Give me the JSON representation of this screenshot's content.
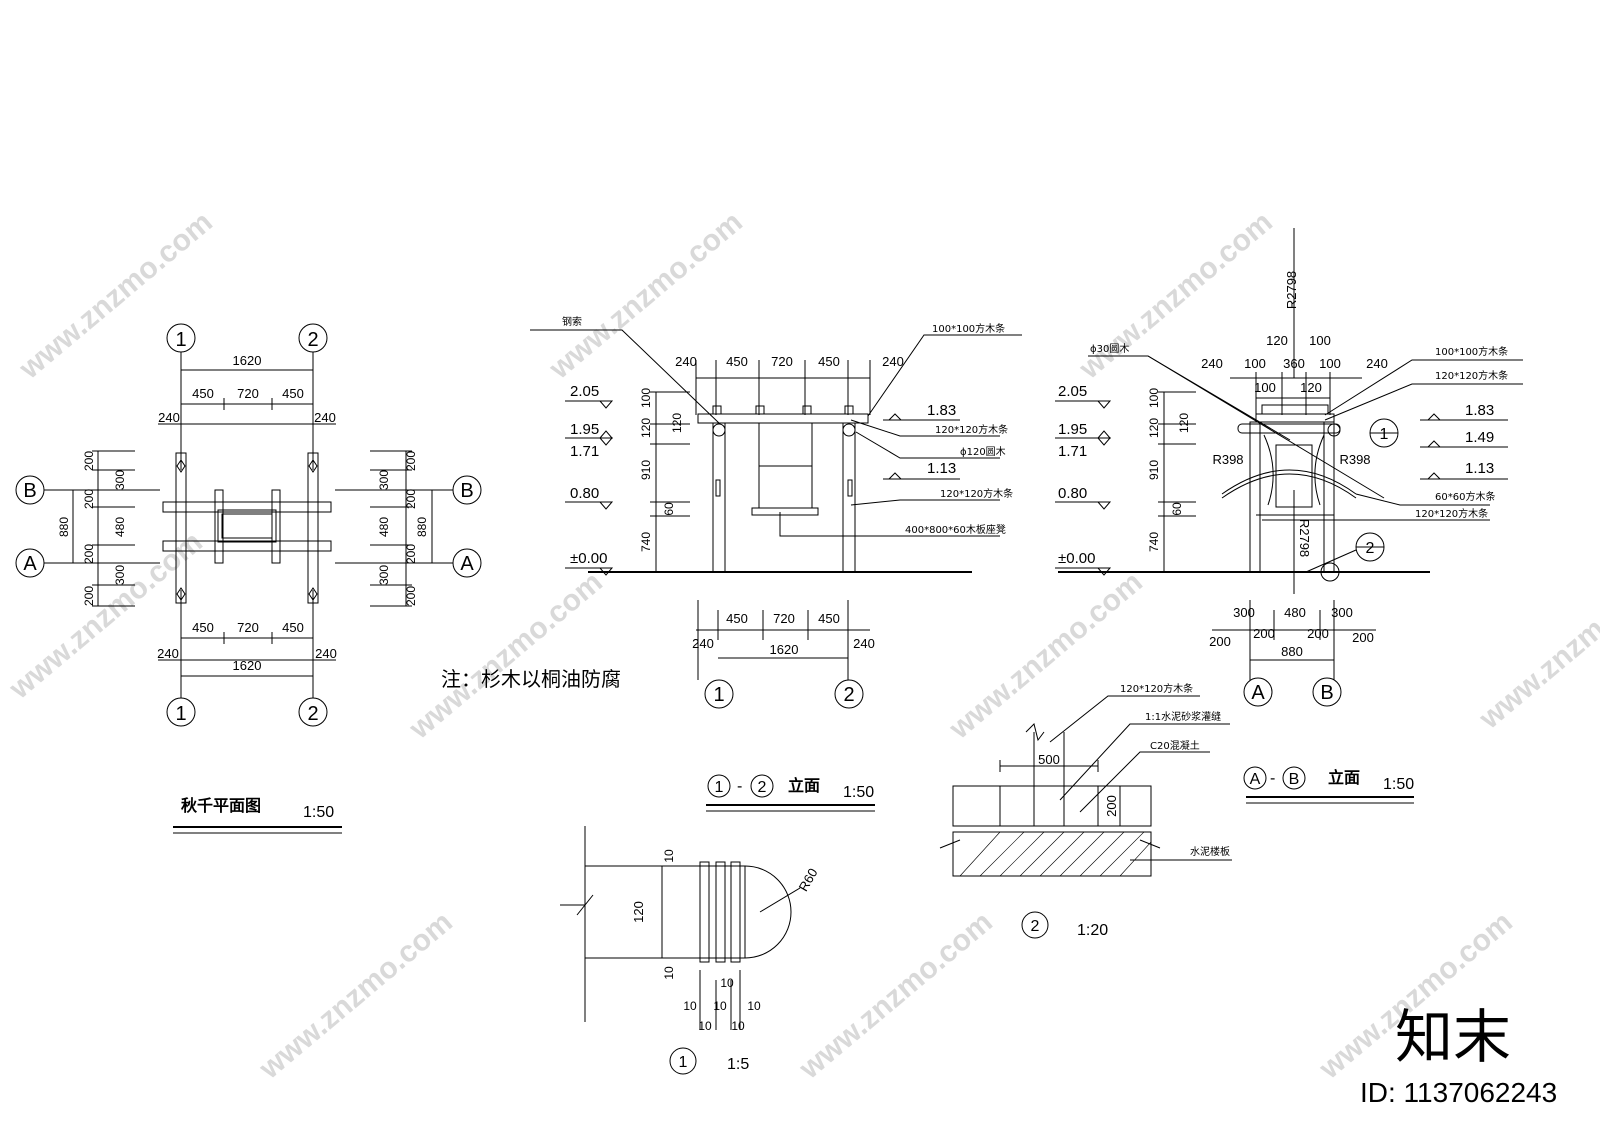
{
  "plan": {
    "title": "秋千平面图",
    "scale": "1:50",
    "axes": {
      "one": "1",
      "two": "2",
      "a": "A",
      "b": "B"
    },
    "dims": {
      "total": "1620",
      "side": "450",
      "mid": "720",
      "edge": "240",
      "d200": "200",
      "d300": "300",
      "d480": "480",
      "d880": "880"
    }
  },
  "note": "注：杉木以桐油防腐",
  "elev12": {
    "title_num1": "1",
    "title_dash": "-",
    "title_num2": "2",
    "title_word": "立面",
    "scale": "1:50",
    "levels": {
      "l205": "2.05",
      "l195": "1.95",
      "l171": "1.71",
      "l080": "0.80",
      "l000": "±0.00",
      "r183": "1.83",
      "r113": "1.13"
    },
    "vdims": {
      "d100": "100",
      "d120": "120",
      "d910": "910",
      "d60": "60",
      "d740": "740"
    },
    "labels": {
      "rope": "钢索",
      "beam100": "100*100方木条",
      "beam120a": "120*120方木条",
      "round120": "ϕ120圆木",
      "beam120b": "120*120方木条",
      "seat": "400*800*60木板座凳"
    }
  },
  "elevAB": {
    "title_a": "A",
    "title_dash": "-",
    "title_b": "B",
    "title_word": "立面",
    "scale": "1:50",
    "levels": {
      "l205": "2.05",
      "l195": "1.95",
      "l171": "1.71",
      "l080": "0.80",
      "l000": "±0.00",
      "r183": "1.83",
      "r149": "1.49",
      "r113": "1.13"
    },
    "topdims": {
      "d120": "120",
      "d100": "100",
      "d240": "240",
      "d360": "360"
    },
    "radius": {
      "r2798": "R2798",
      "r398": "R398"
    },
    "labels": {
      "round30": "ϕ30圆木",
      "beam100": "100*100方木条",
      "beam120": "120*120方木条",
      "bar60": "60*60方木条",
      "beam120b": "120*120方木条"
    },
    "markers": {
      "m1": "1",
      "m2": "2"
    }
  },
  "detail1": {
    "num": "1",
    "scale": "1:5",
    "radius": "R60",
    "d120": "120",
    "d10": "10"
  },
  "detail2": {
    "num": "2",
    "scale": "1:20",
    "d500": "500",
    "d200": "200",
    "labels": {
      "beam": "120*120方木条",
      "mortar": "1:1水泥砂浆灌缝",
      "concrete": "C20混凝土",
      "slab": "水泥楼板"
    }
  },
  "watermark": {
    "site": "www.znzmo.com",
    "brand": "知末",
    "id": "ID: 1137062243"
  }
}
